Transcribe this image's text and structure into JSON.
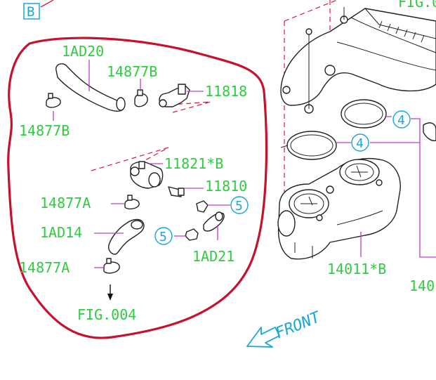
{
  "section_marker": "B",
  "fig_reference_top": "FIG.0",
  "fig_reference_bottom": "FIG.004",
  "front_label": "FRONT",
  "colors": {
    "label_green": "#2ecc40",
    "leader_magenta": "#c03ad0",
    "outline_red": "#c8102e",
    "callout_cyan": "#18a7d6",
    "phantom_red": "#d81b3c"
  },
  "parts": {
    "p_1ad20": "1AD20",
    "p_14877b_top": "14877B",
    "p_14877b_left": "14877B",
    "p_11818": "11818",
    "p_11821b": "11821*B",
    "p_11810": "11810",
    "p_14877a_mid": "14877A",
    "p_1ad14": "1AD14",
    "p_14877a_low": "14877A",
    "p_1ad21": "1AD21",
    "p_14011b": "14011*B",
    "p_140_edge": "140"
  },
  "callouts": {
    "c4_upper": "4",
    "c4_lower": "4",
    "c5_right": "5",
    "c5_left": "5"
  }
}
